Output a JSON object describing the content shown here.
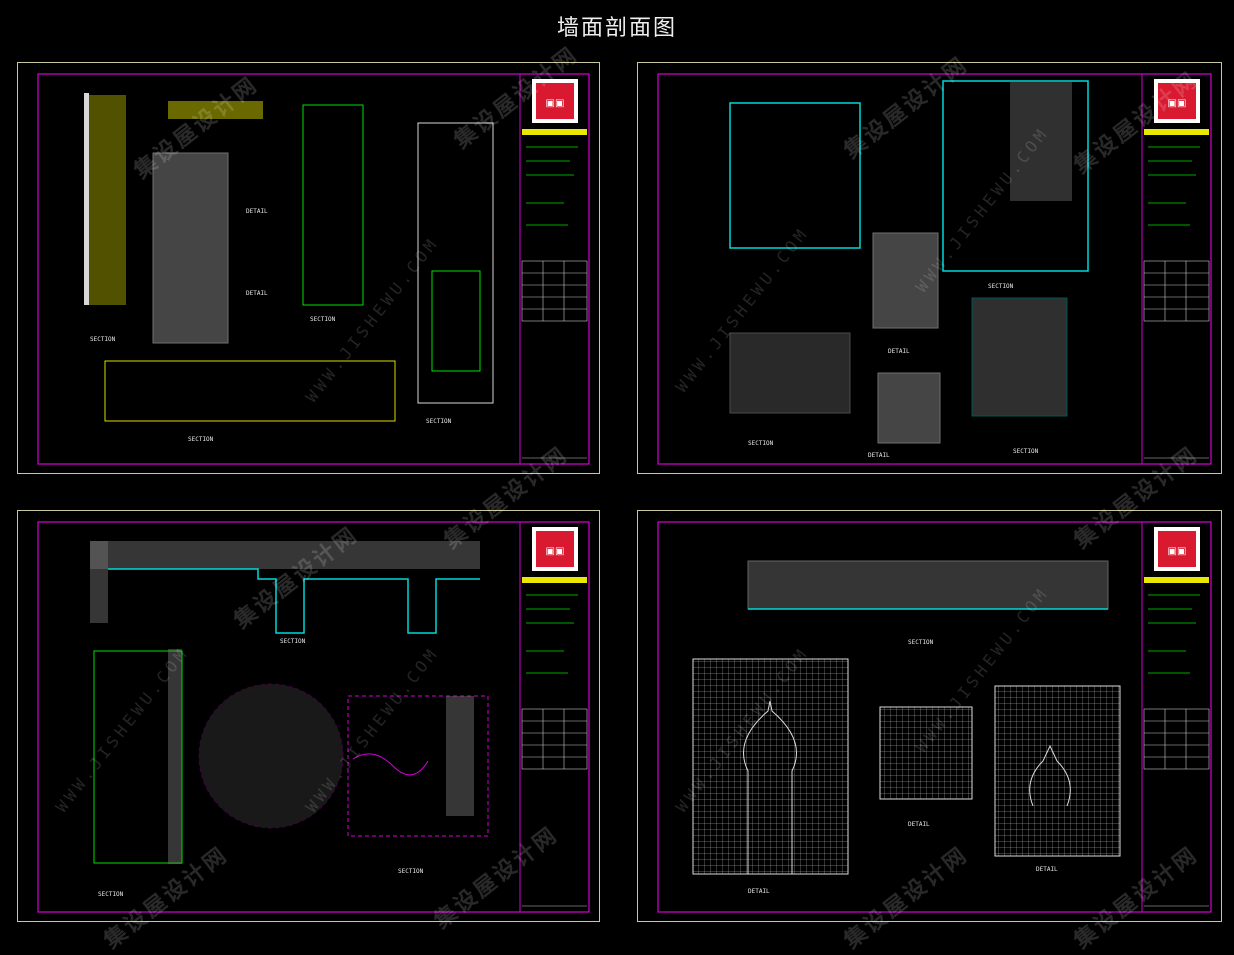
{
  "page": {
    "title": "墙面剖面图"
  },
  "colors": {
    "sheet_border": "#c8c8a0",
    "frame": "#d400d4",
    "hatch": "#e8e800",
    "cyan": "#00d8d8",
    "green": "#00e000"
  },
  "drawings": [
    {
      "labels": [
        "SECTION",
        "DETAIL",
        "DETAIL",
        "SECTION",
        "SECTION",
        "SECTION"
      ]
    },
    {
      "labels": [
        "SECTION",
        "DETAIL",
        "DETAIL",
        "SECTION",
        "SECTION"
      ]
    },
    {
      "labels": [
        "SECTION",
        "SECTION",
        "SECTION"
      ]
    },
    {
      "labels": [
        "SECTION",
        "DETAIL",
        "DETAIL",
        "DETAIL"
      ]
    }
  ],
  "watermark": {
    "text": "集设屋设计网",
    "url": "WWW.JISHEWU.COM"
  }
}
